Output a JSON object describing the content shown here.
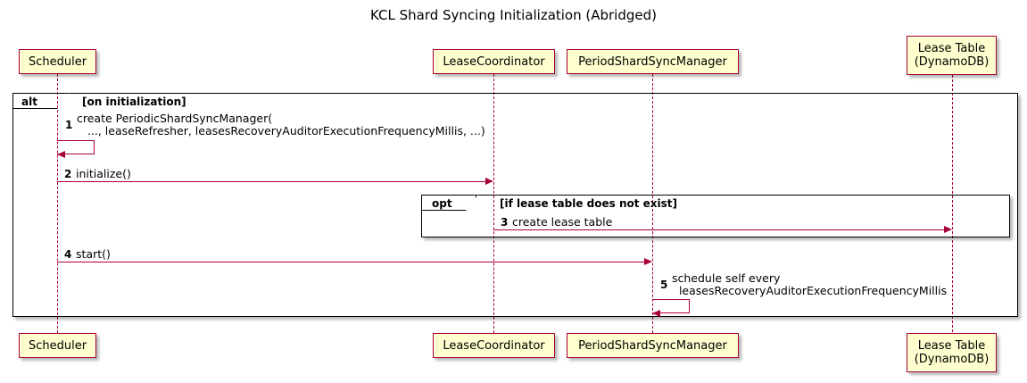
{
  "diagram": {
    "type": "sequence-diagram",
    "title": "KCL Shard Syncing Initialization (Abridged)",
    "participants": [
      {
        "id": "scheduler",
        "label": "Scheduler"
      },
      {
        "id": "leasecoordinator",
        "label": "LeaseCoordinator"
      },
      {
        "id": "periodshardsyncmanager",
        "label": "PeriodShardSyncManager"
      },
      {
        "id": "leasetable",
        "label": "Lease Table\n(DynamoDB)"
      }
    ],
    "frames": [
      {
        "id": "alt",
        "kind": "alt",
        "label": "alt",
        "condition": "[on initialization]"
      },
      {
        "id": "opt",
        "kind": "opt",
        "label": "opt",
        "condition": "[if lease table does not exist]"
      }
    ],
    "messages": [
      {
        "number": "1",
        "from": "scheduler",
        "to": "scheduler",
        "self": true,
        "text": "create PeriodicShardSyncManager(\n   ..., leaseRefresher, leasesRecoveryAuditorExecutionFrequencyMillis, ...)",
        "line1": "create PeriodicShardSyncManager(",
        "line2": "   ..., leaseRefresher, leasesRecoveryAuditorExecutionFrequencyMillis, ...)"
      },
      {
        "number": "2",
        "from": "scheduler",
        "to": "leasecoordinator",
        "self": false,
        "text": "initialize()"
      },
      {
        "number": "3",
        "from": "leasecoordinator",
        "to": "leasetable",
        "self": false,
        "text": "create lease table"
      },
      {
        "number": "4",
        "from": "scheduler",
        "to": "periodshardsyncmanager",
        "self": false,
        "text": "start()"
      },
      {
        "number": "5",
        "from": "periodshardsyncmanager",
        "to": "periodshardsyncmanager",
        "self": true,
        "text": "schedule self every\n  leasesRecoveryAuditorExecutionFrequencyMillis",
        "line1": "schedule self every",
        "line2": "  leasesRecoveryAuditorExecutionFrequencyMillis"
      }
    ],
    "colors": {
      "participant_fill": "#FEFECE",
      "participant_border": "#A80036",
      "arrow": "#A80036",
      "lifeline": "#A80036",
      "frame_border": "#000000",
      "text": "#000000",
      "background": "#FFFFFF"
    }
  }
}
